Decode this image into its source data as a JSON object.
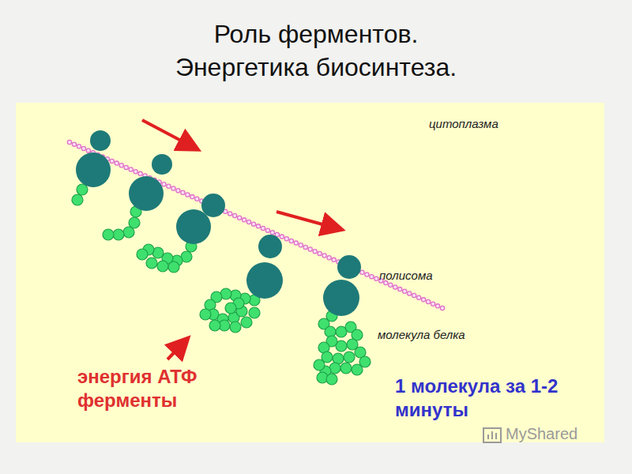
{
  "diagram": {
    "title": "Роль ферментов. Энергетика биосинтеза.",
    "labels": [
      "цитоплазма",
      "полисома",
      "молекула белка",
      "энергия АТФ ферменты",
      "1 молекула за 1-2 минуты",
      "MyShared"
    ]
  }
}
